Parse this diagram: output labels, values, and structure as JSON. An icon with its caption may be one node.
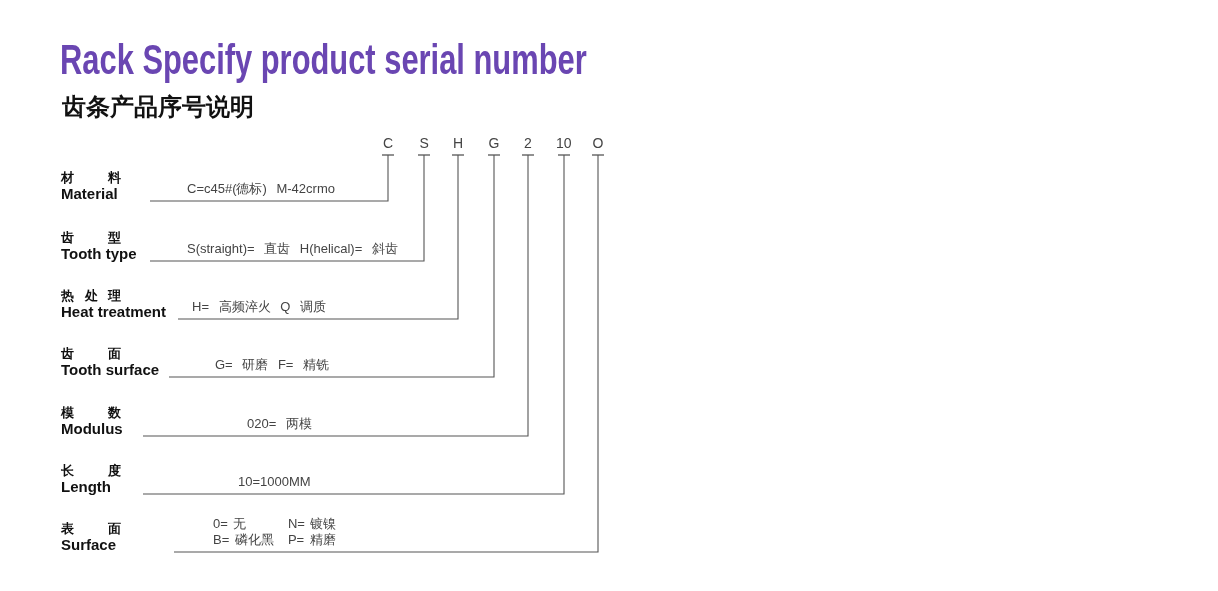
{
  "diagram": {
    "title": "Rack Specify product serial number",
    "nodes": [
      {
        "text": [
          "C"
        ]
      },
      {
        "text": [
          "S"
        ]
      },
      {
        "text": [
          "H"
        ]
      },
      {
        "text": [
          "G"
        ]
      },
      {
        "text": [
          "2"
        ]
      },
      {
        "text": [
          "10"
        ]
      },
      {
        "text": [
          "O"
        ]
      },
      {
        "text": [
          "材料",
          "Material"
        ]
      },
      {
        "text": [
          "齿型",
          "Tooth type"
        ]
      },
      {
        "text": [
          "热处理",
          "Heat treatment"
        ]
      },
      {
        "text": [
          "齿面",
          "Tooth surface"
        ]
      },
      {
        "text": [
          "模数",
          "Modulus"
        ]
      },
      {
        "text": [
          "长度",
          "Length"
        ]
      },
      {
        "text": [
          "表面",
          "Surface"
        ]
      }
    ],
    "edges": [
      {
        "from": 7,
        "to": 0,
        "arrow": "other",
        "label": "C=c45#(德标) M-42crmo"
      },
      {
        "from": 8,
        "to": 1,
        "arrow": "other",
        "label": "S(straight)= 直齿 H(helical)= 斜齿"
      },
      {
        "from": 9,
        "to": 2,
        "arrow": "other",
        "label": "H= 高频淬火 Q 调质"
      },
      {
        "from": 10,
        "to": 3,
        "arrow": "other",
        "label": "G= 研磨 F= 精铣"
      },
      {
        "from": 11,
        "to": 4,
        "arrow": "other",
        "label": "020= 两模"
      },
      {
        "from": 12,
        "to": 5,
        "arrow": "other",
        "label": "10=1000MM"
      },
      {
        "from": 13,
        "to": 6,
        "arrow": "other",
        "label": "0= 无 N= 镀镍 B= 磷化黑 P= 精磨"
      }
    ],
    "labels": [
      "齿条产品序号说明"
    ]
  }
}
